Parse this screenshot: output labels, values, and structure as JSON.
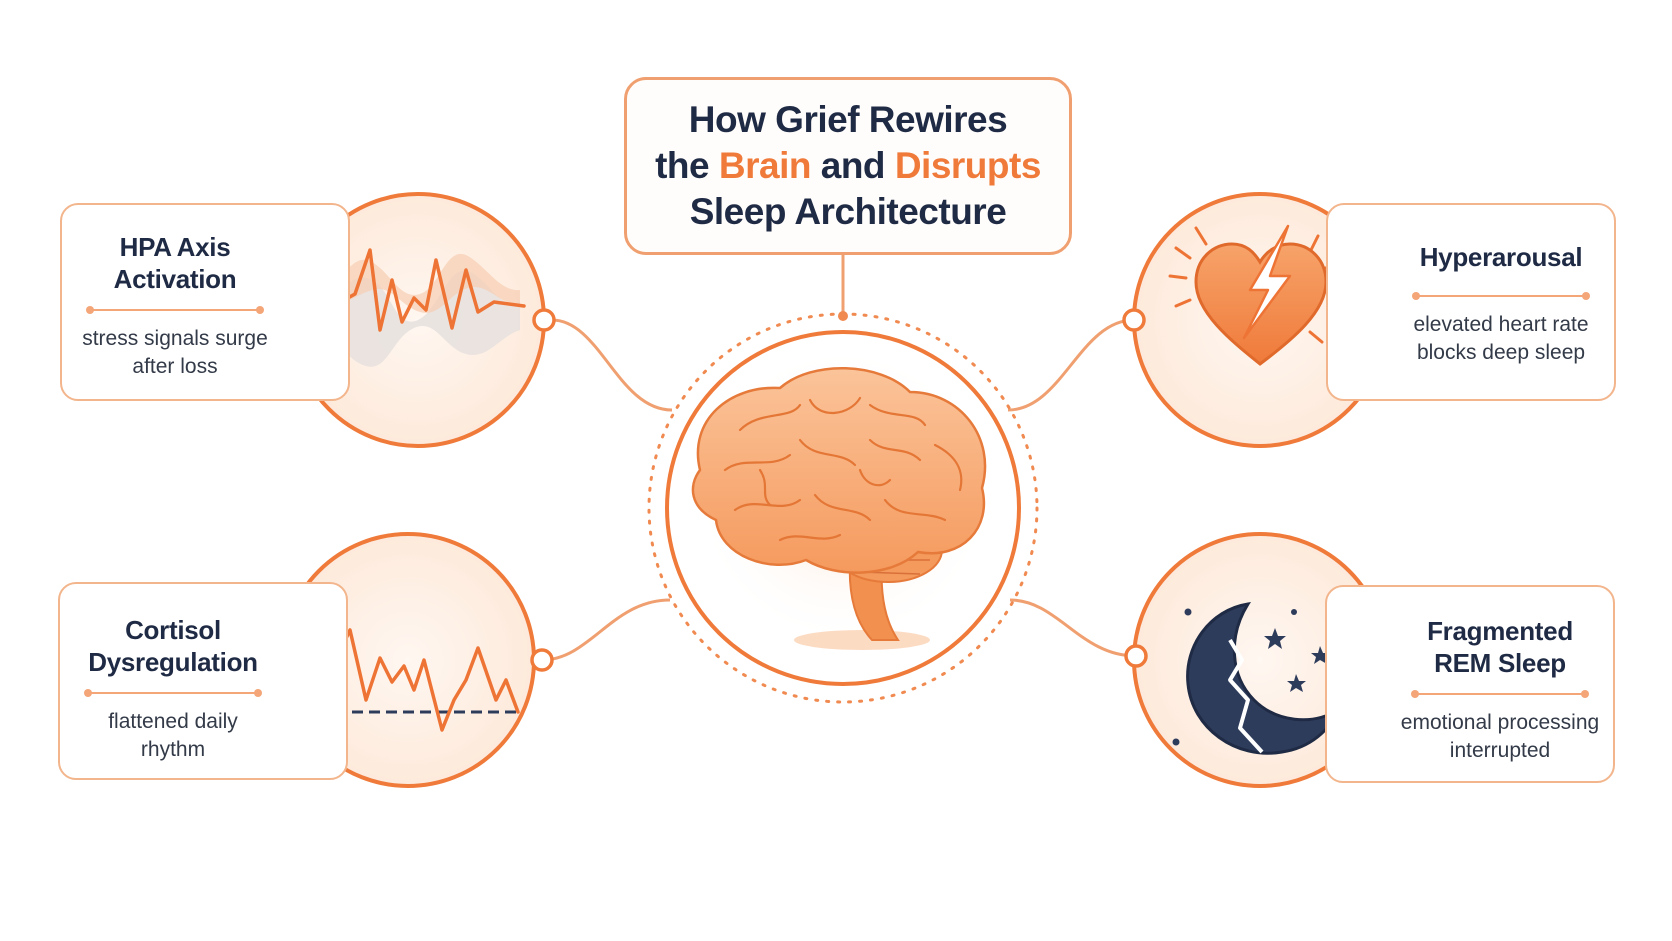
{
  "title": {
    "line1": "How Grief Rewires",
    "line2_pre": "the ",
    "line2_accent1": "Brain",
    "line2_mid": " and ",
    "line2_accent2": "Disrupts",
    "line3": "Sleep Architecture"
  },
  "nodes": [
    {
      "id": "hpa",
      "title_line1": "HPA Axis",
      "title_line2": "Activation",
      "desc_line1": "stress signals surge",
      "desc_line2": "after loss",
      "icon": "stress-wave-icon"
    },
    {
      "id": "cortisol",
      "title_line1": "Cortisol",
      "title_line2": "Dysregulation",
      "desc_line1": "flattened daily",
      "desc_line2": "rhythm",
      "icon": "cortisol-zigzag-icon"
    },
    {
      "id": "hyper",
      "title_line1": "Hyperarousal",
      "desc_line1": "elevated heart rate",
      "desc_line2": "blocks deep sleep",
      "icon": "broken-heart-lightning-icon"
    },
    {
      "id": "rem",
      "title_line1": "Fragmented",
      "title_line2": "REM Sleep",
      "desc_line1": "emotional processing",
      "desc_line2": "interrupted",
      "icon": "broken-moon-stars-icon"
    }
  ],
  "center_icon": "brain-icon",
  "colors": {
    "accent": "#ef7a3a",
    "navy": "#1f2a44",
    "border": "#f3b58c",
    "moon": "#2e3c5c"
  }
}
